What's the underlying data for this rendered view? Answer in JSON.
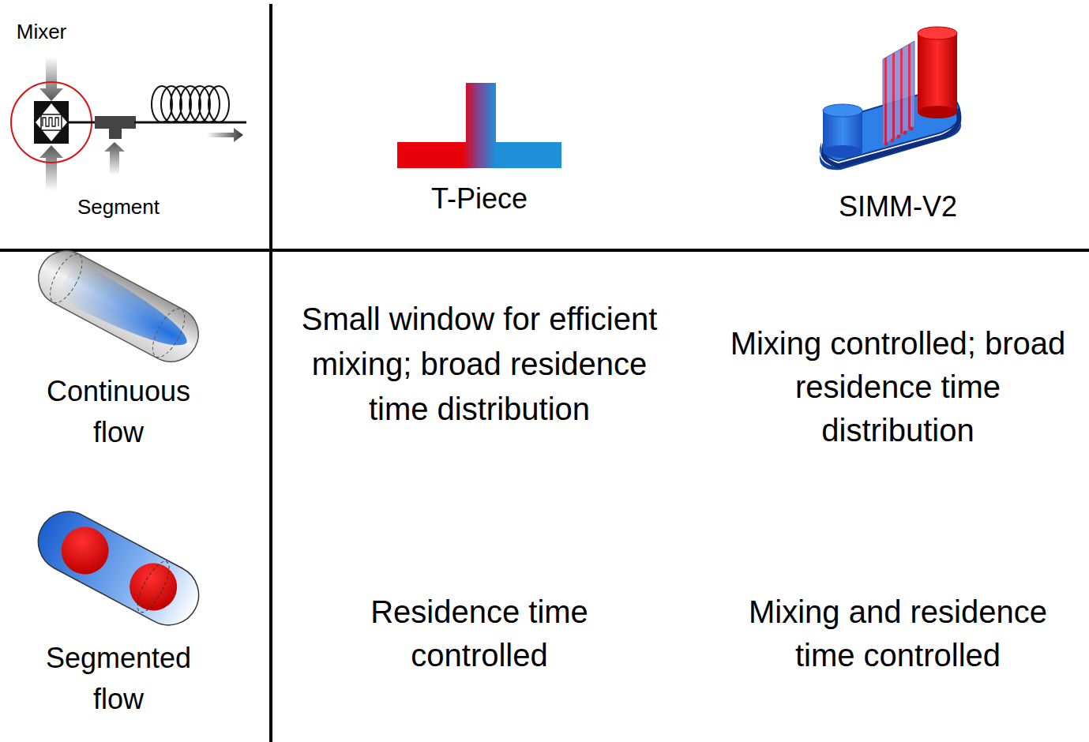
{
  "diagram": {
    "labels": [
      "Mixer",
      "Segment",
      "T-Piece",
      "SIMM-V2",
      "Continuous flow",
      "Segmented flow",
      "Small window for efficient mixing; broad residence time distribution",
      "Mixing controlled; broad residence time distribution",
      "Residence time controlled",
      "Mixing and residence time controlled"
    ]
  }
}
